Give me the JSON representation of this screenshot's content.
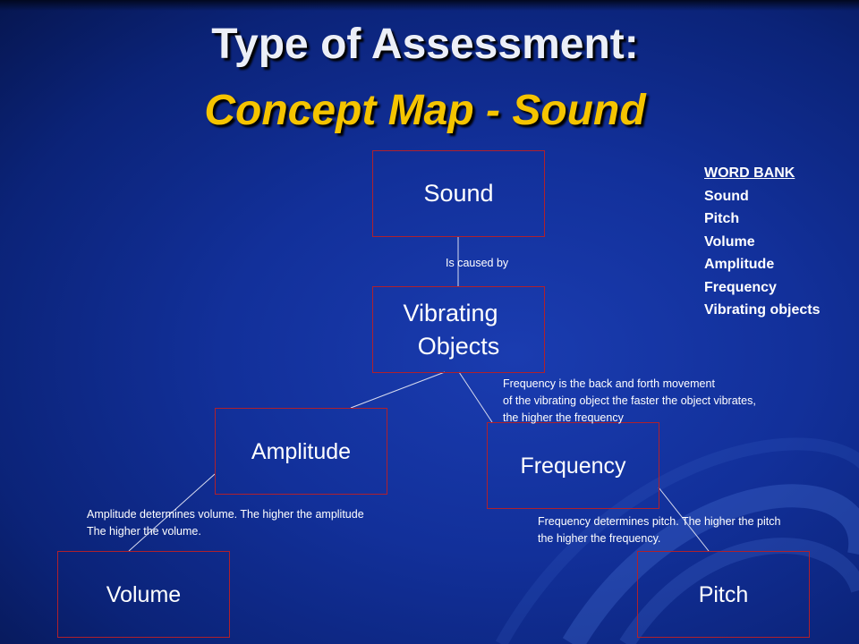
{
  "title": {
    "line1": "Type of  Assessment:",
    "line2": "Concept Map - Sound"
  },
  "nodes": {
    "sound": "Sound",
    "vibrating_line1": "Vibrating",
    "vibrating_line2": "Objects",
    "amplitude": "Amplitude",
    "frequency": "Frequency",
    "volume": "Volume",
    "pitch": "Pitch"
  },
  "links": {
    "caused_by": "Is caused by",
    "frequency_line1": "Frequency is the back and forth movement",
    "frequency_line2": "of the vibrating object the faster the object vibrates,",
    "frequency_line3": "the higher the frequency",
    "amplitude_line1": "Amplitude determines volume. The higher the amplitude",
    "amplitude_line2": "The higher the volume.",
    "pitch_line1": "Frequency determines pitch. The higher the pitch",
    "pitch_line2": "the higher the frequency."
  },
  "word_bank": {
    "title": "WORD BANK",
    "items": [
      "Sound",
      "Pitch",
      "Volume",
      "Amplitude",
      "Frequency",
      "Vibrating objects"
    ]
  },
  "colors": {
    "background": "#12309a",
    "title_white": "#eceff7",
    "title_yellow": "#f5c400",
    "box_border": "#b0202c"
  }
}
